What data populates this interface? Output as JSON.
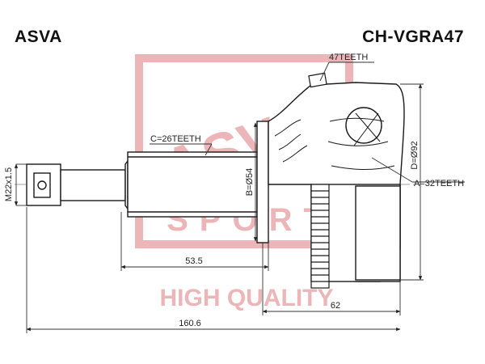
{
  "header": {
    "brand": "ASVA",
    "part_number": "CH-VGRA47"
  },
  "watermark": {
    "logo_text": "ASVA",
    "logo_sub": "SPORT",
    "slogan": "HIGH QUALITY",
    "color": "#e9a9ab"
  },
  "labels": {
    "teeth_top": "47TEETH",
    "teeth_c": "C=26TEETH",
    "teeth_a": "A=32TEETH",
    "thread": "M22x1.5",
    "dia_b": "B=Ø54",
    "dia_d": "D=Ø92",
    "len_spline": "53.5",
    "len_body": "62",
    "len_total": "160.6"
  },
  "colors": {
    "line": "#1a1a1a",
    "dim_line": "#333333"
  }
}
